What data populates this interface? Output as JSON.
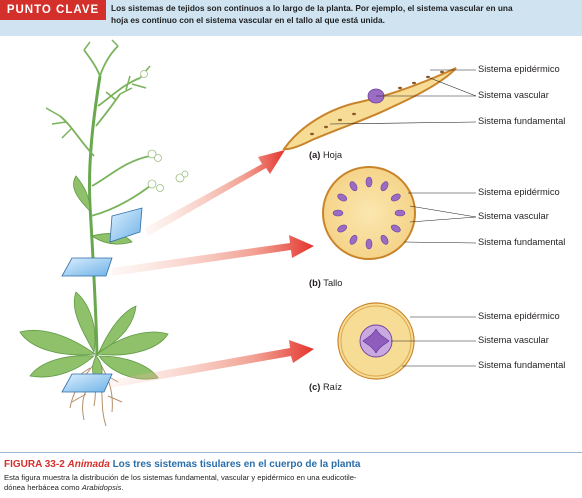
{
  "header": {
    "badge": "PUNTO CLAVE",
    "text": "Los sistemas de tejidos son continuos a lo largo de la planta. Por ejemplo, el sistema vascular en una hoja es continuo con el sistema vascular en el tallo al que está unida."
  },
  "panels": {
    "hoja": {
      "letter": "(a)",
      "title": "Hoja",
      "labels": [
        "Sistema epidérmico",
        "Sistema vascular",
        "Sistema fundamental"
      ]
    },
    "tallo": {
      "letter": "(b)",
      "title": "Tallo",
      "labels": [
        "Sistema epidérmico",
        "Sistema vascular",
        "Sistema fundamental"
      ]
    },
    "raiz": {
      "letter": "(c)",
      "title": "Raíz",
      "labels": [
        "Sistema epidérmico",
        "Sistema vascular",
        "Sistema fundamental"
      ]
    }
  },
  "caption": {
    "figure": "FIGURA 33-2",
    "animated": "Animada",
    "title": "Los tres sistemas tisulares en el cuerpo de la planta",
    "body_a": "Esta figura muestra la distribución de los sistemas fundamental, vascular y epidérmico en una eudicotile-",
    "body_b": "dónea herbácea como",
    "body_species": "Arabidopsis",
    "body_end": "."
  },
  "colors": {
    "badge_red": "#d4302b",
    "header_blue": "#cfe3f1",
    "ground_tissue": "#f7dc96",
    "epidermis": "#c9842a",
    "vascular": "#9b6cc4",
    "arrow": "#e4312b",
    "plant_green": "#8fc06a"
  }
}
